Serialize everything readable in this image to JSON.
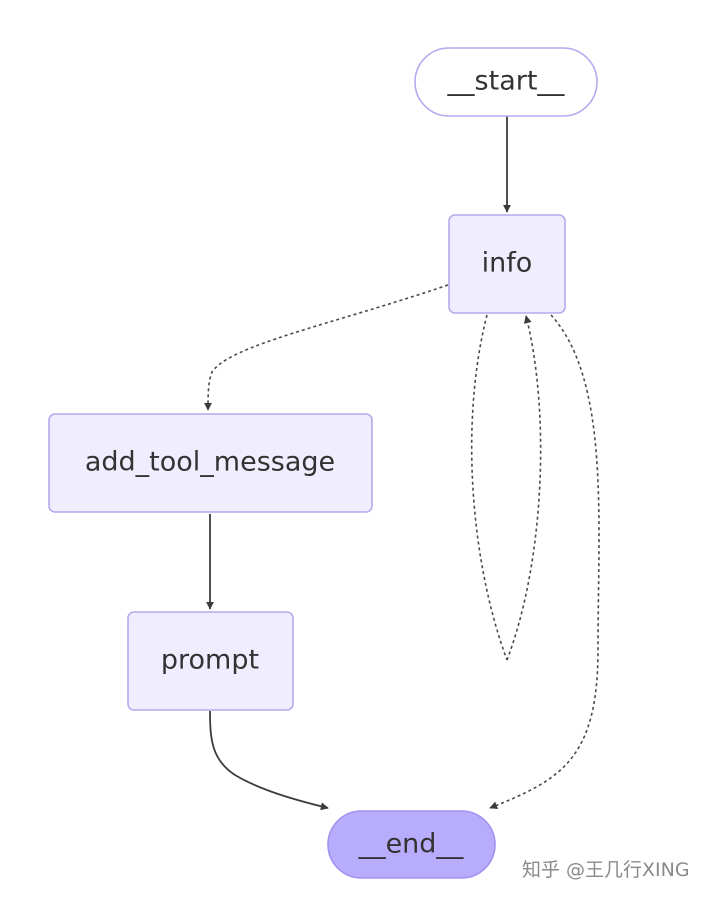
{
  "nodes": {
    "start": "__start__",
    "info": "info",
    "add_tool_message": "add_tool_message",
    "prompt": "prompt",
    "end": "__end__"
  },
  "watermark": "知乎 @王几行XING"
}
